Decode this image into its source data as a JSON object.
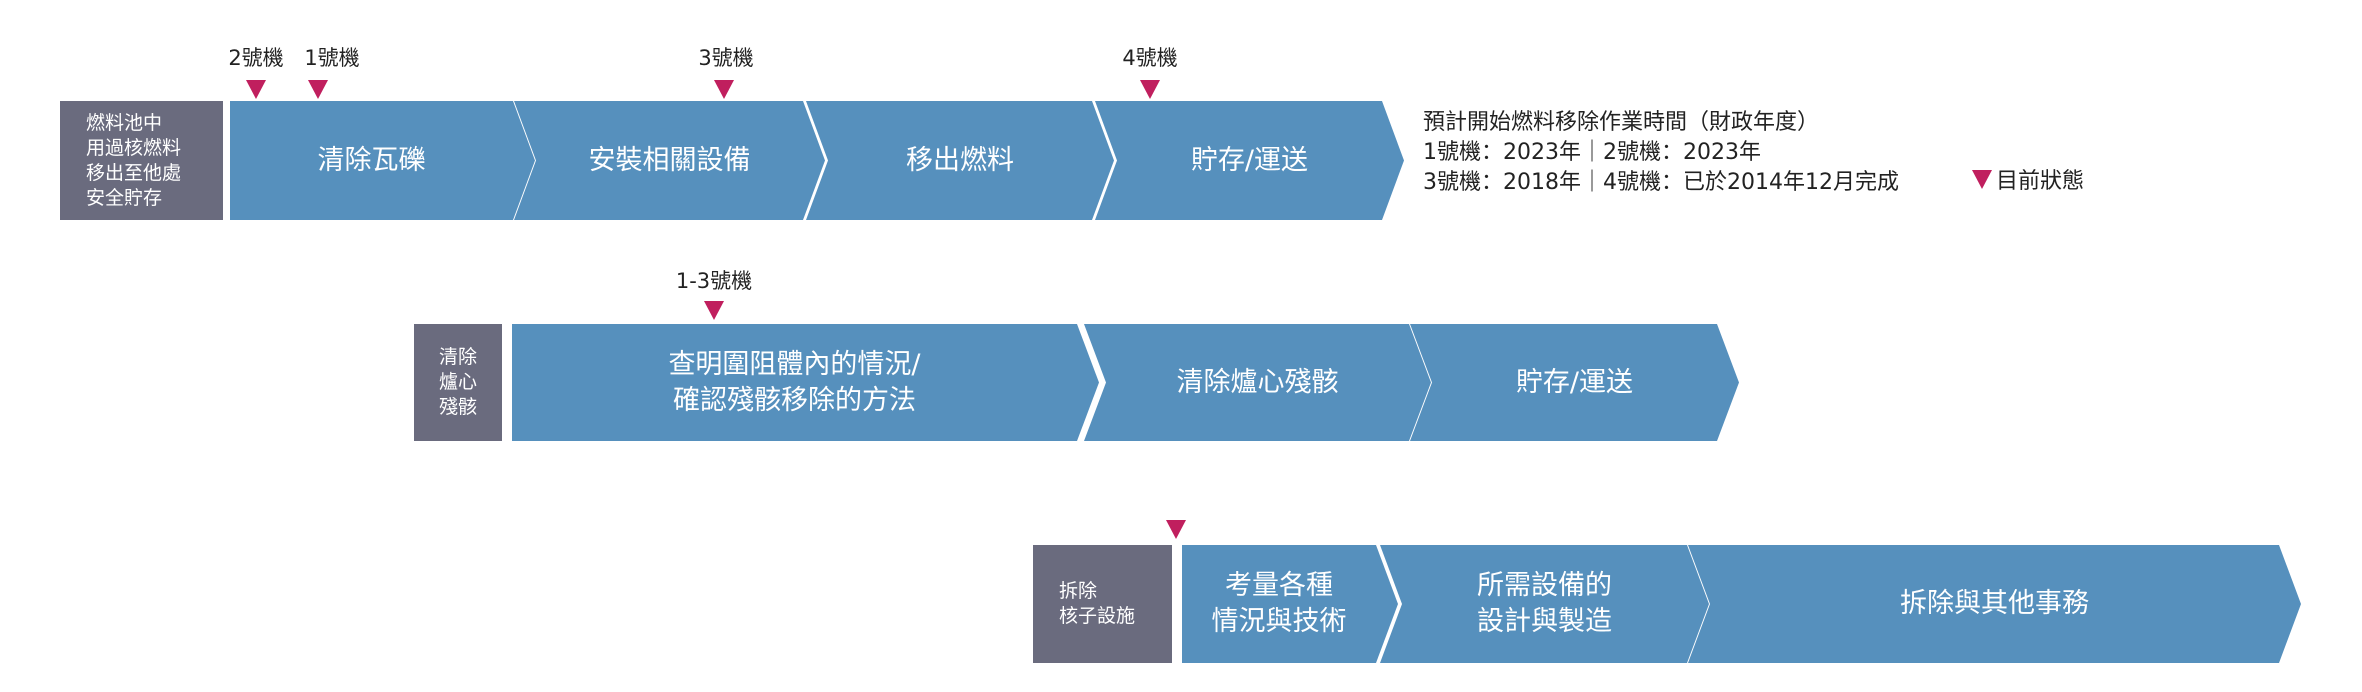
{
  "colors": {
    "stage": "#5690bd",
    "category": "#6a6b7e",
    "marker": "#c01f5e"
  },
  "row1": {
    "category": [
      "燃料池中",
      "用過核燃料",
      "移出至他處",
      "安全貯存"
    ],
    "steps": [
      "清除瓦礫",
      "安裝相關設備",
      "移出燃料",
      "貯存/運送"
    ],
    "markers": [
      "2號機",
      "1號機",
      "3號機",
      "4號機"
    ]
  },
  "row2": {
    "category": [
      "清除",
      "爐心",
      "殘骸"
    ],
    "steps": [
      [
        "查明圍阻體內的情況/",
        "確認殘骸移除的方法"
      ],
      "清除爐心殘骸",
      "貯存/運送"
    ],
    "markers": [
      "1-3號機"
    ]
  },
  "row3": {
    "category": [
      "拆除",
      "核子設施"
    ],
    "steps": [
      [
        "考量各種",
        "情況與技術"
      ],
      [
        "所需設備的",
        "設計與製造"
      ],
      "拆除與其他事務"
    ]
  },
  "info": {
    "title": "預計開始燃料移除作業時間（財政年度）",
    "line1": "1號機：2023年｜2號機：2023年",
    "line2": "3號機：2018年｜4號機：已於2014年12月完成"
  },
  "legend": {
    "label": "目前狀態"
  }
}
